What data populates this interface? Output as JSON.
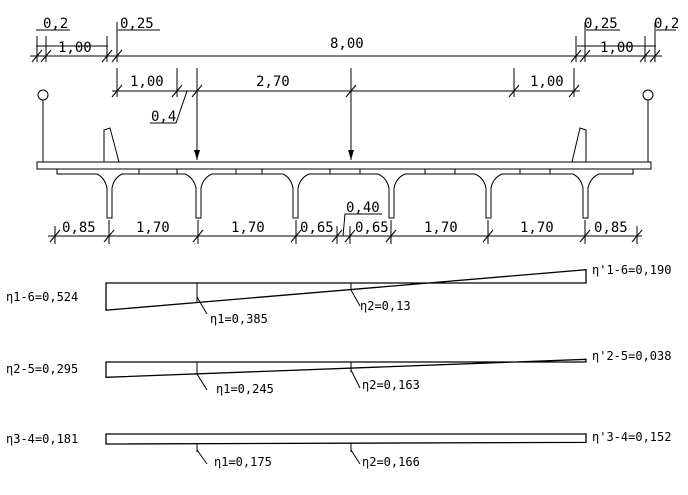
{
  "top_dims": {
    "row1": [
      "0,2",
      "0,25",
      "8,00",
      "0,25",
      "0,2"
    ],
    "row1b": [
      "1,00",
      "1,00"
    ],
    "row2": [
      "1,00",
      "2,70",
      "1,00"
    ],
    "leader": "0,4"
  },
  "bottom_dims": {
    "spans": [
      "0,85",
      "1,70",
      "1,70",
      "0,65",
      "0,65",
      "1,70",
      "1,70",
      "0,85"
    ],
    "leader": "0,40"
  },
  "influence_lines": [
    {
      "left_label": "η1-6=0,524",
      "right_label": "η'1-6=0,190",
      "p1_label": "η1=0,385",
      "p2_label": "η2=0,13",
      "left_value": 0.524,
      "right_value": 0.19
    },
    {
      "left_label": "η2-5=0,295",
      "right_label": "η'2-5=0,038",
      "p1_label": "η1=0,245",
      "p2_label": "η2=0,163",
      "left_value": 0.295,
      "right_value": 0.038
    },
    {
      "left_label": "η3-4=0,181",
      "right_label": "η'3-4=0,152",
      "p1_label": "η1=0,175",
      "p2_label": "η2=0,166",
      "left_value": 0.181,
      "right_value": 0.152
    }
  ]
}
